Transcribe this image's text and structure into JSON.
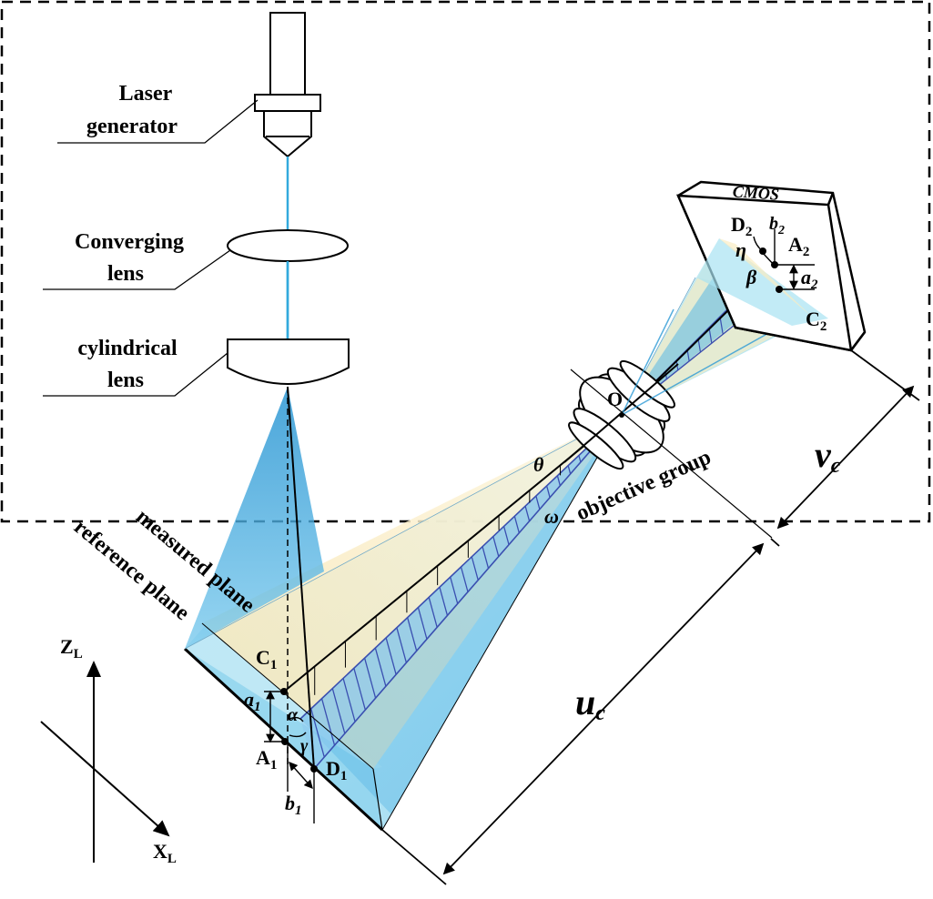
{
  "labels": {
    "laser_line1": "Laser",
    "laser_line2": "generator",
    "converging_line1": "Converging",
    "converging_line2": "lens",
    "cylindrical_line1": "cylindrical",
    "cylindrical_line2": "lens",
    "cmos": "CMOS",
    "objective_group": "objective group",
    "measured_plane": "measured plane",
    "reference_plane": "reference plane",
    "point_O": "O",
    "C1": "C",
    "C1_sub": "1",
    "A1": "A",
    "A1_sub": "1",
    "D1": "D",
    "D1_sub": "1",
    "C2": "C",
    "C2_sub": "2",
    "A2": "A",
    "A2_sub": "2",
    "D2": "D",
    "D2_sub": "2",
    "a1": "a",
    "a1_sub": "1",
    "b1": "b",
    "b1_sub": "1",
    "a2": "a",
    "a2_sub": "2",
    "b2": "b",
    "b2_sub": "2",
    "alpha": "α",
    "gamma": "γ",
    "theta": "θ",
    "omega": "ω",
    "eta": "η",
    "beta": "β",
    "u": "u",
    "u_sub": "c",
    "v": "v",
    "v_sub": "c",
    "ZL": "Z",
    "ZL_sub": "L",
    "XL": "X",
    "XL_sub": "L"
  },
  "colors": {
    "laser_beam": "#33aadd",
    "light_blue": "#a8e2f2",
    "mid_blue": "#5ab8e6",
    "deep_blue": "#2d9ad6",
    "cream": "#f9ecc3",
    "hatch": "#3a4fb0",
    "outline": "#000000"
  }
}
